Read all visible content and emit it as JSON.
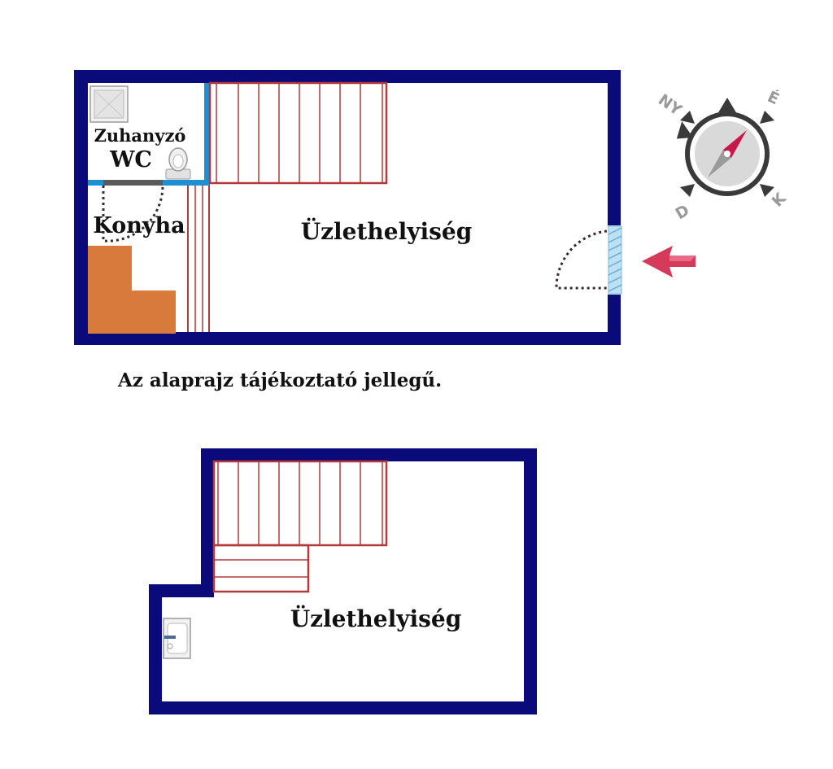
{
  "floor_upper": {
    "room_main": "Üzlethelyiség",
    "room_shower": "Zuhanyzó",
    "room_wc": "WC",
    "room_kitchen": "Konyha"
  },
  "note": "Az alaprajz tájékoztató jellegű.",
  "floor_lower": {
    "room_main": "Üzlethelyiség"
  },
  "compass": {
    "nw": "NY",
    "ne": "É",
    "sw": "D",
    "se": "K"
  },
  "colors": {
    "wall": "#0a0a7a",
    "partition": "#1e8fd0",
    "stairs": "#b23a3a",
    "kitchen": "#d77a3c",
    "arrow": "#d63a5a",
    "needle": "#c8174a"
  }
}
